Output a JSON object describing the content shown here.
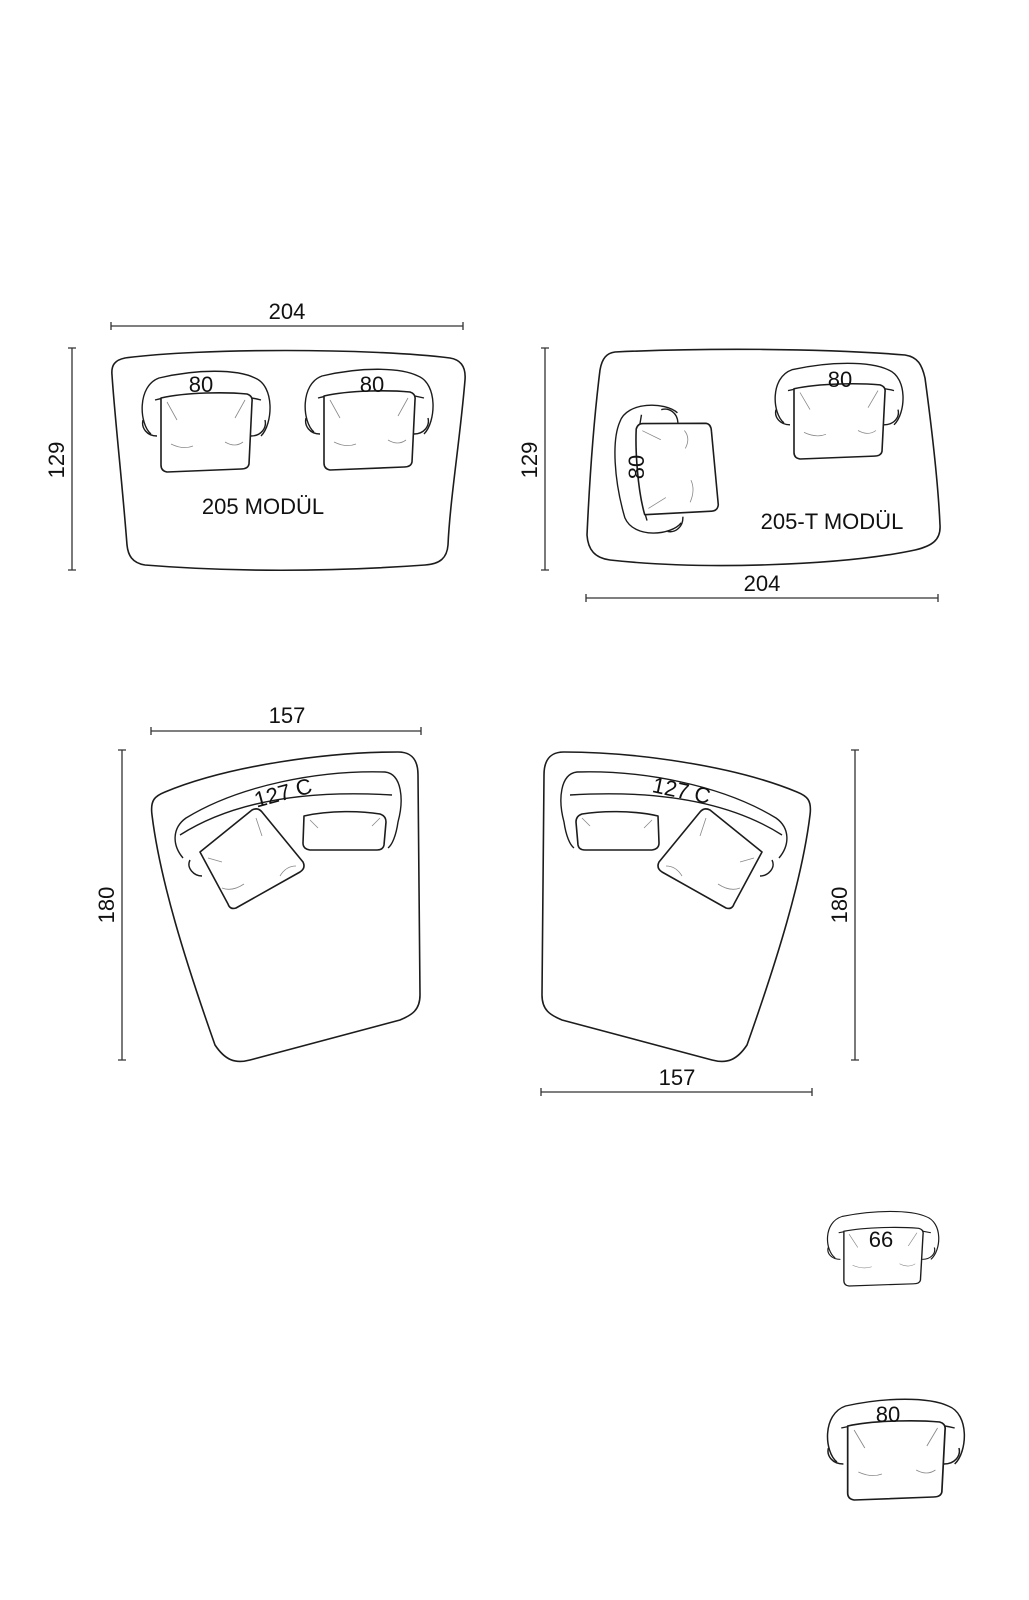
{
  "modules": [
    {
      "name": "205 MODÜL",
      "width": "204",
      "depth": "129",
      "seat_labels": [
        "80",
        "80"
      ]
    },
    {
      "name": "205-T MODÜL",
      "width": "204",
      "depth": "129",
      "seat_labels": [
        "80",
        "80"
      ]
    },
    {
      "name": "",
      "width": "157",
      "depth": "180",
      "seat_label": "127 C"
    },
    {
      "name": "",
      "width": "157",
      "depth": "180",
      "seat_label": "127 C"
    },
    {
      "name": "",
      "seat_label": "66"
    },
    {
      "name": "",
      "seat_label": "80"
    }
  ]
}
